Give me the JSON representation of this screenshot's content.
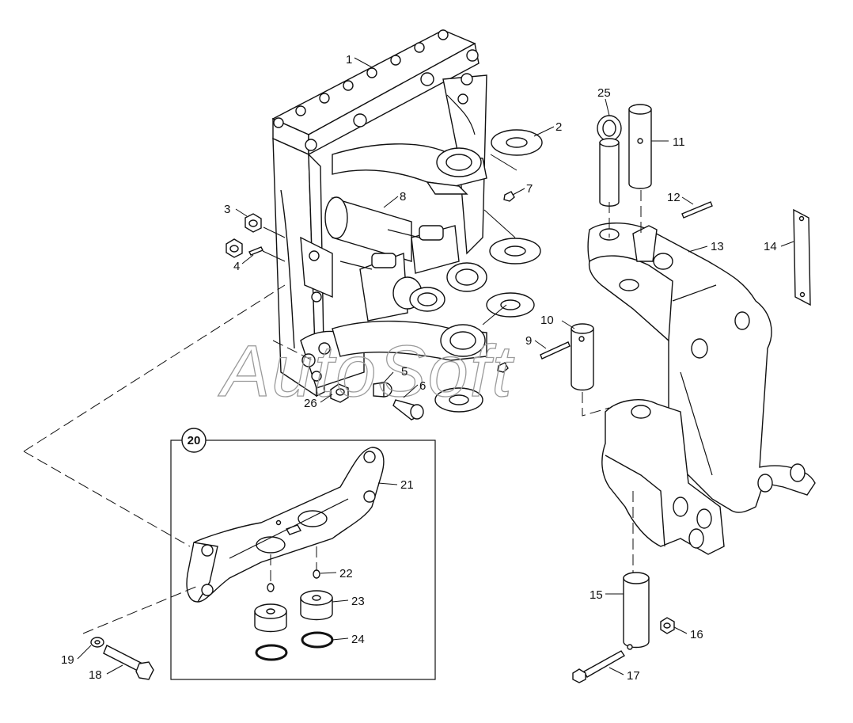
{
  "watermark": "AutoSoft",
  "group_label": "20",
  "callouts": {
    "c1": "1",
    "c2": "2",
    "c3": "3",
    "c4": "4",
    "c5": "5",
    "c6": "6",
    "c7": "7",
    "c8": "8",
    "c9": "9",
    "c10": "10",
    "c11": "11",
    "c12": "12",
    "c13": "13",
    "c14": "14",
    "c15": "15",
    "c16": "16",
    "c17": "17",
    "c18": "18",
    "c19": "19",
    "c21": "21",
    "c22": "22",
    "c23": "23",
    "c24": "24",
    "c25": "25",
    "c26": "26"
  }
}
